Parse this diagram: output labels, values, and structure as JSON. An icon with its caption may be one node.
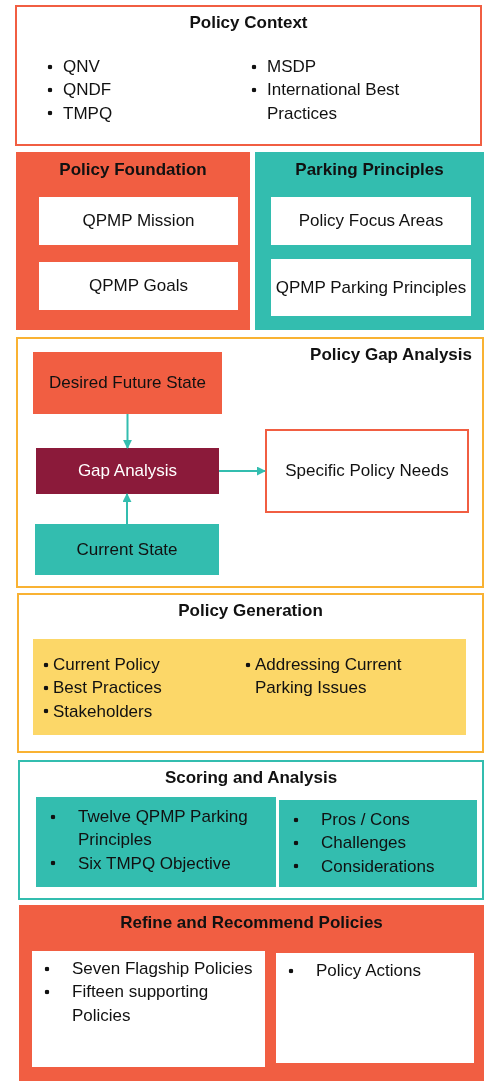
{
  "diagram": {
    "nodes": [
      {
        "text": [
          "Policy Context",
          "QNV",
          "QNDF",
          "TMPQ",
          "MSDP",
          "International Best Practices"
        ]
      },
      {
        "text": [
          "Policy Foundation"
        ]
      },
      {
        "text": [
          "QPMP Mission"
        ],
        "in": 1
      },
      {
        "text": [
          "QPMP Goals"
        ],
        "in": 1
      },
      {
        "text": [
          "Parking Principles"
        ]
      },
      {
        "text": [
          "Policy Focus Areas"
        ],
        "in": 4
      },
      {
        "text": [
          "QPMP Parking Principles"
        ],
        "in": 4
      },
      {
        "text": [
          "Policy Gap Analysis"
        ]
      },
      {
        "text": [
          "Desired Future State"
        ],
        "in": 7
      },
      {
        "text": [
          "Gap Analysis"
        ],
        "in": 7
      },
      {
        "text": [
          "Specific Policy Needs"
        ],
        "in": 7
      },
      {
        "text": [
          "Current State"
        ],
        "in": 7
      },
      {
        "text": [
          "Policy Generation"
        ]
      },
      {
        "text": [
          "Current Policy",
          "Best Practices",
          "Stakeholders",
          "Addressing Current Parking Issues"
        ],
        "in": 12
      },
      {
        "text": [
          "Scoring and Analysis"
        ]
      },
      {
        "text": [
          "Twelve QPMP Parking Principles",
          "Six TMPQ Objective"
        ],
        "in": 14
      },
      {
        "text": [
          "Pros / Cons",
          "Challenges",
          "Considerations"
        ],
        "in": 14
      },
      {
        "text": [
          "Refine and Recommend Policies"
        ]
      },
      {
        "text": [
          "Seven Flagship Policies",
          "Fifteen supporting Policies"
        ],
        "in": 17
      },
      {
        "text": [
          "Policy Actions"
        ],
        "in": 17
      }
    ],
    "edges": [
      {
        "from": 8,
        "to": 9,
        "arrow": "to"
      },
      {
        "from": 11,
        "to": 9,
        "arrow": "to"
      },
      {
        "from": 9,
        "to": 10,
        "arrow": "to"
      }
    ]
  }
}
